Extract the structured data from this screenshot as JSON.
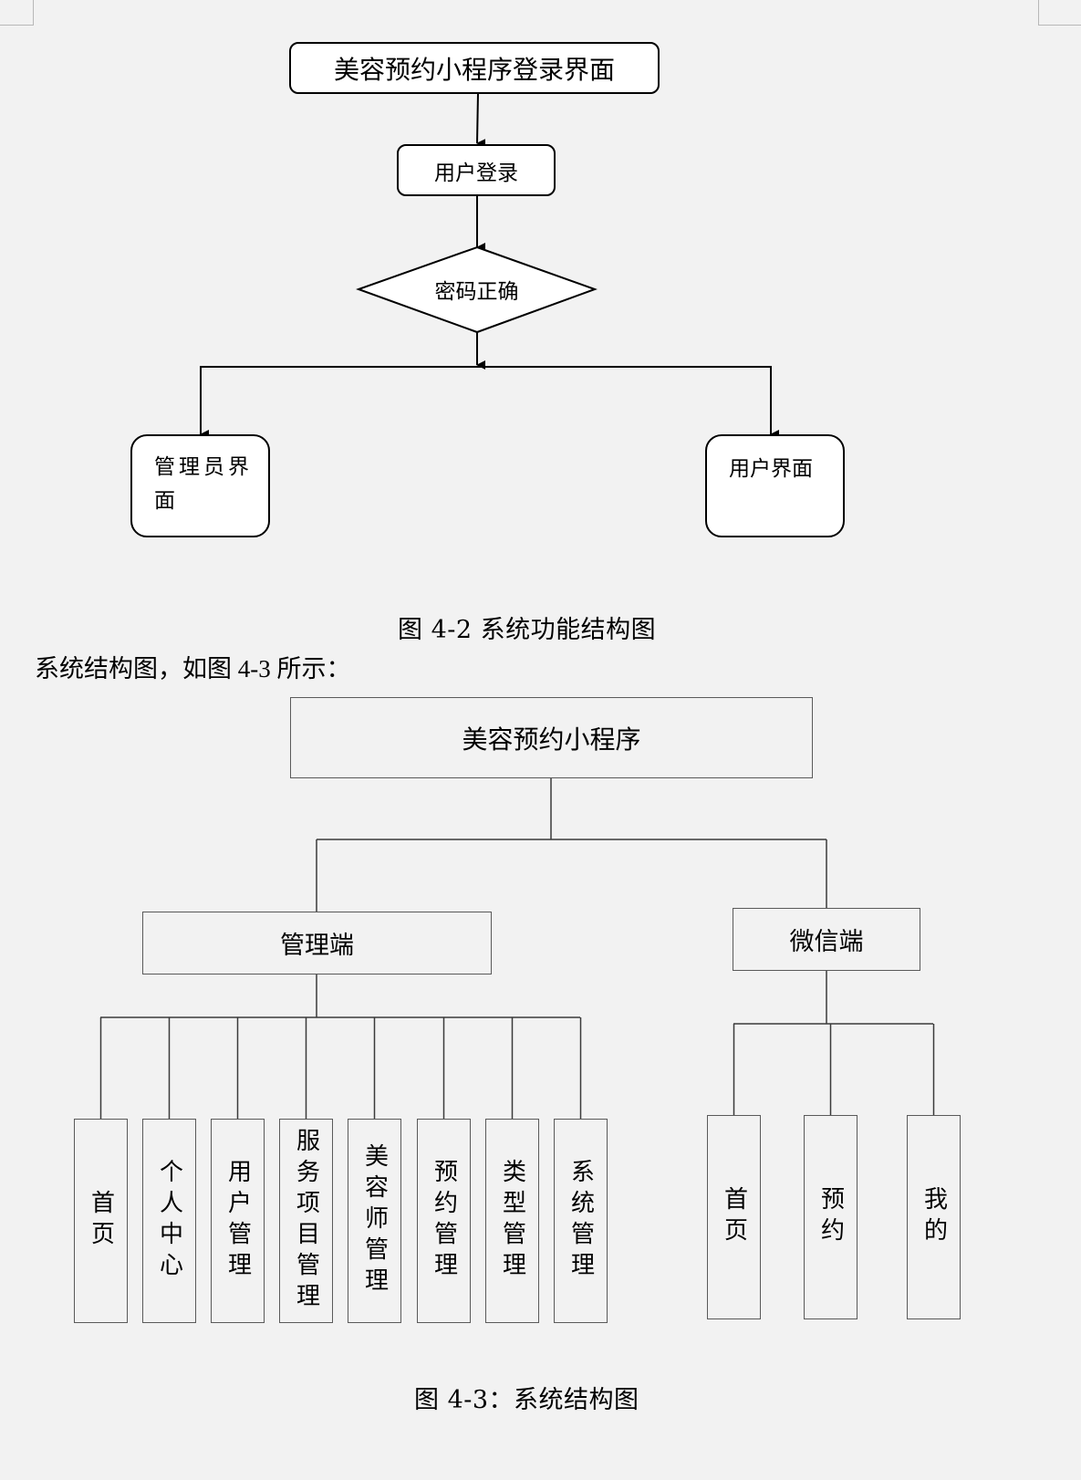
{
  "figure_4_2": {
    "nodes": {
      "start": "美容预约小程序登录界面",
      "login": "用户登录",
      "decision": "密码正确",
      "admin": "管理员界\n面",
      "user": "用户界面"
    },
    "caption": "图 4-2 系统功能结构图"
  },
  "paragraph": "系统结构图，如图 4-3 所示：",
  "figure_4_3": {
    "root": "美容预约小程序",
    "admin_branch": {
      "label": "管理端",
      "children": [
        "首页",
        "个人中心",
        "用户管理",
        "服务项目管理",
        "美容师管理",
        "预约管理",
        "类型管理",
        "系统管理"
      ]
    },
    "wechat_branch": {
      "label": "微信端",
      "children": [
        "首页",
        "预约",
        "我的"
      ]
    },
    "caption": "图 4-3：系统结构图"
  }
}
